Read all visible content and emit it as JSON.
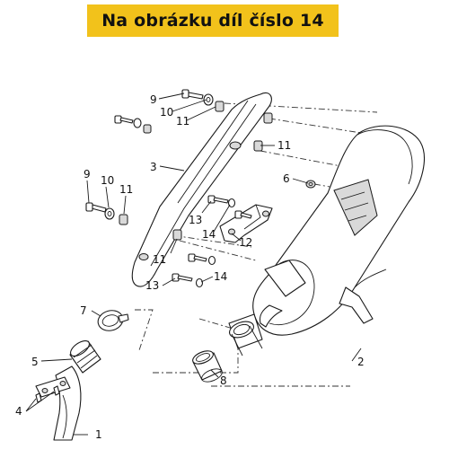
{
  "banner": {
    "text": "Na obrázku díl číslo 14"
  },
  "callouts": {
    "c1": "1",
    "c2": "2",
    "c3": "3",
    "c4": "4",
    "c5": "5",
    "c6": "6",
    "c7": "7",
    "c8": "8",
    "c9a": "9",
    "c9b": "9",
    "c10a": "10",
    "c10b": "10",
    "c11a": "11",
    "c11b": "11",
    "c11c": "11",
    "c11d": "11",
    "c12": "12",
    "c13a": "13",
    "c13b": "13",
    "c14a": "14",
    "c14b": "14"
  },
  "colors": {
    "banner": "#f2c21b",
    "line": "#1a1a1a"
  }
}
